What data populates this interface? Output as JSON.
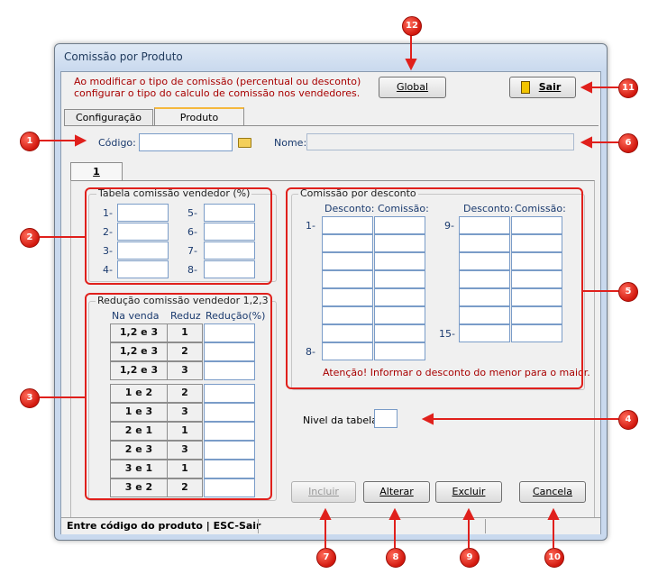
{
  "window": {
    "title": "Comissão por Produto"
  },
  "header": {
    "message_line1": "Ao modificar o tipo de comissão (percentual ou desconto)",
    "message_line2": "configurar o tipo do calculo de comissão nos vendedores.",
    "global_label": "Global",
    "exit_label": "Sair"
  },
  "tabs": [
    {
      "label": "Configuração"
    },
    {
      "label": "Produto"
    }
  ],
  "product": {
    "code_label": "Código:",
    "name_label": "Nome:"
  },
  "subtab": {
    "label": "1"
  },
  "tabela_comissao": {
    "title": "Tabela comissão vendedor (%)",
    "rows": [
      "1-",
      "2-",
      "3-",
      "4-",
      "5-",
      "6-",
      "7-",
      "8-"
    ]
  },
  "reducao": {
    "title": "Redução comissão vendedor 1,2,3",
    "headers": {
      "na_venda": "Na venda",
      "reduz": "Reduz",
      "reducao": "Redução(%)"
    },
    "group1": [
      {
        "venda": "1,2 e 3",
        "reduz": "1"
      },
      {
        "venda": "1,2 e 3",
        "reduz": "2"
      },
      {
        "venda": "1,2 e 3",
        "reduz": "3"
      }
    ],
    "group2": [
      {
        "venda": "1 e 2",
        "reduz": "2"
      },
      {
        "venda": "1 e 3",
        "reduz": "3"
      },
      {
        "venda": "2 e 1",
        "reduz": "1"
      },
      {
        "venda": "2 e 3",
        "reduz": "3"
      },
      {
        "venda": "3 e 1",
        "reduz": "1"
      },
      {
        "venda": "3 e 2",
        "reduz": "2"
      }
    ]
  },
  "comissao_desconto": {
    "title": "Comissão por desconto",
    "desconto_header": "Desconto:",
    "comissao_header": "Comissão:",
    "row_labels": {
      "first_left": "1-",
      "last_left": "8-",
      "first_right": "9-",
      "last_right": "15-"
    },
    "warning": "Atenção!  Informar o desconto do menor para o maior."
  },
  "nivel": {
    "label": "Nivel da tabela:"
  },
  "actions": {
    "incluir": "Incluir",
    "alterar": "Alterar",
    "excluir": "Excluir",
    "cancela": "Cancela"
  },
  "status": {
    "text": "Entre código do produto  |  ESC-Sair"
  },
  "callouts": [
    "1",
    "2",
    "3",
    "4",
    "5",
    "6",
    "7",
    "8",
    "9",
    "10",
    "11",
    "12"
  ],
  "colors": {
    "callout": "#e0201c",
    "message": "#a80000",
    "accent_label": "#1a3a6e"
  }
}
